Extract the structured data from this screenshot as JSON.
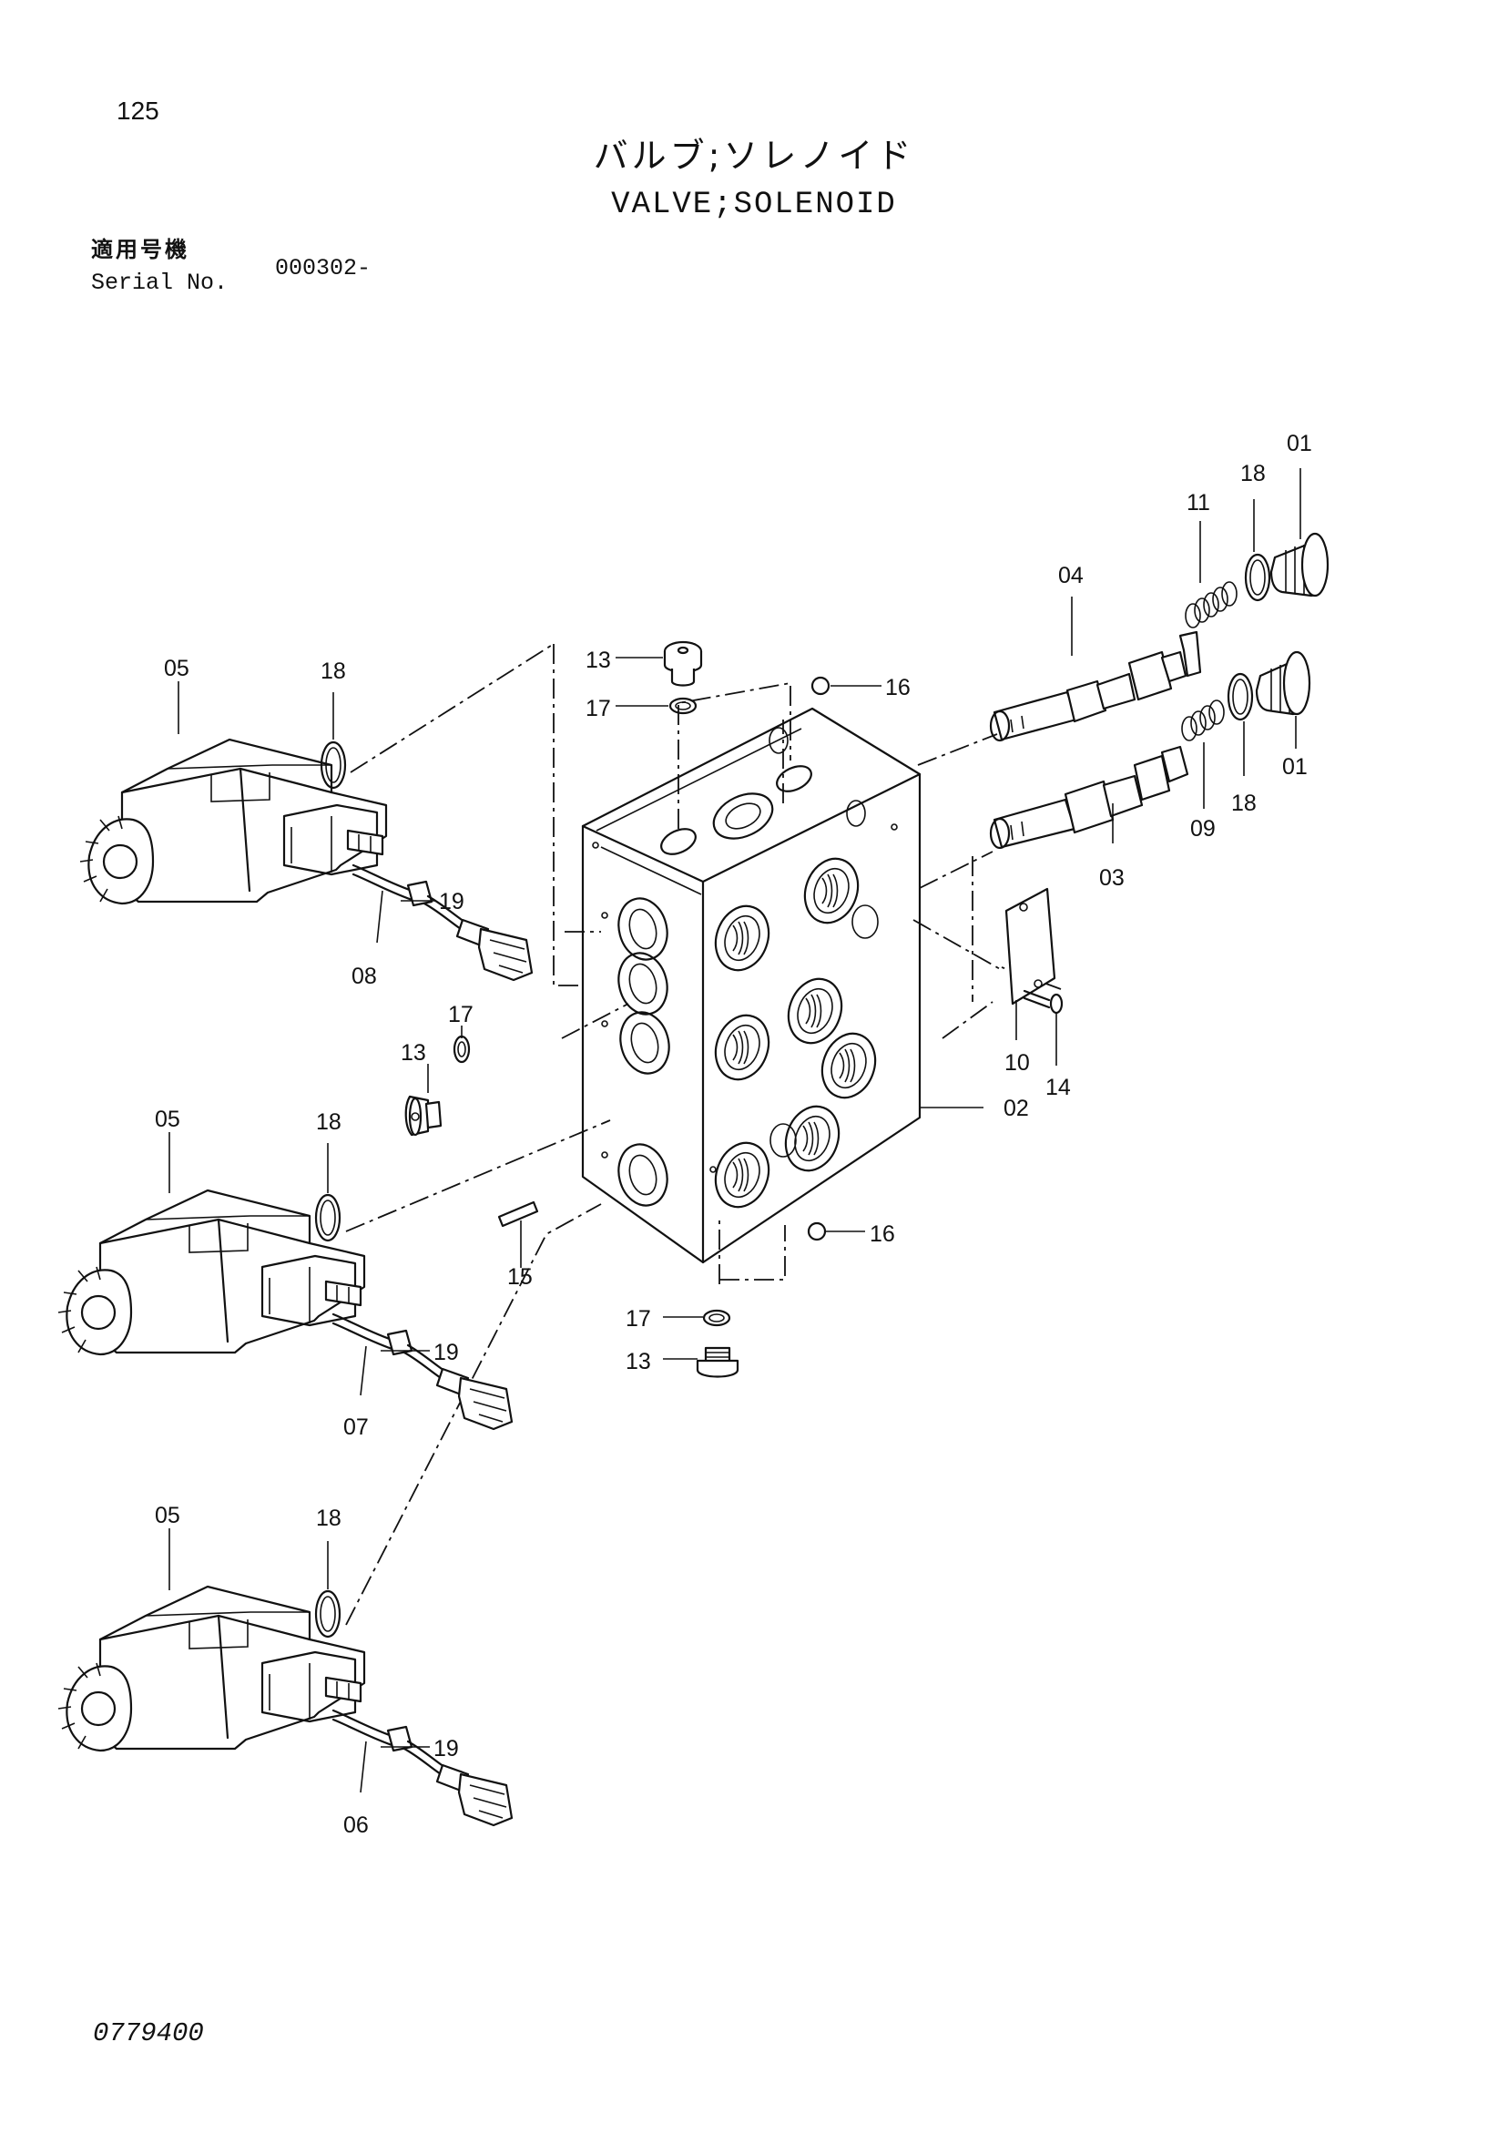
{
  "page_number": "125",
  "title_jp": "バルブ;ソレノイド",
  "title_en": "VALVE;SOLENOID",
  "serial": {
    "label_jp": "適用号機",
    "label_en": "Serial No.",
    "value": "000302-"
  },
  "document_number": "0779400",
  "callouts": {
    "c01a": "01",
    "c01b": "01",
    "c02": "02",
    "c03": "03",
    "c04": "04",
    "c05a": "05",
    "c05b": "05",
    "c05c": "05",
    "c06": "06",
    "c07": "07",
    "c08": "08",
    "c09": "09",
    "c10": "10",
    "c11": "11",
    "c13a": "13",
    "c13b": "13",
    "c13c": "13",
    "c14": "14",
    "c15": "15",
    "c16a": "16",
    "c16b": "16",
    "c17a": "17",
    "c17b": "17",
    "c17c": "17",
    "c18a": "18",
    "c18b": "18",
    "c18c": "18",
    "c18d": "18",
    "c18e": "18",
    "c19a": "19",
    "c19b": "19",
    "c19c": "19"
  }
}
